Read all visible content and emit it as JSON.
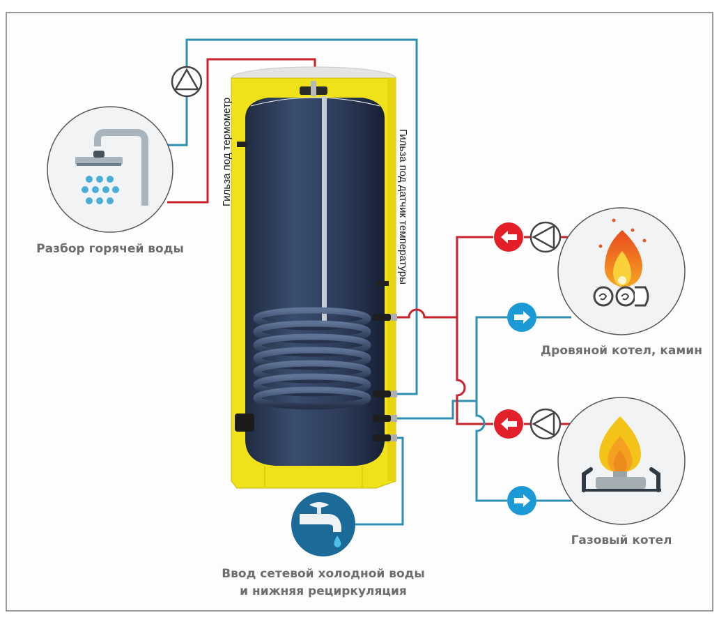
{
  "diagram": {
    "type": "water-heater-connection-scheme",
    "colors": {
      "hot_pipe": "#c8222c",
      "cold_pipe": "#2f8fb0",
      "tank_insulation": "#f0e21a",
      "tank_inner": "#2b3a55",
      "label_text": "#6d6d6d",
      "arrow_hot": "#e3202a",
      "arrow_cold": "#1c9ad6",
      "frame_border": "#9a9a9a"
    },
    "labels": {
      "hot_water_draw": "Разбор горячей воды",
      "wood_boiler": "Дровяной котел, камин",
      "gas_boiler": "Газовый котел",
      "cold_inlet_line1": "Ввод  сетевой холодной воды",
      "cold_inlet_line2": "и нижняя рециркуляция",
      "thermometer_sleeve": "Гильза под термометр",
      "sensor_sleeve": "Гильза под датчик температуры"
    },
    "icons": {
      "shower": "shower-icon",
      "fire": "firewood-icon",
      "gas": "gas-burner-icon",
      "tap": "water-tap-icon",
      "pump": "pump-icon",
      "arrow_left": "arrow-left-icon",
      "arrow_right": "arrow-right-icon"
    }
  }
}
